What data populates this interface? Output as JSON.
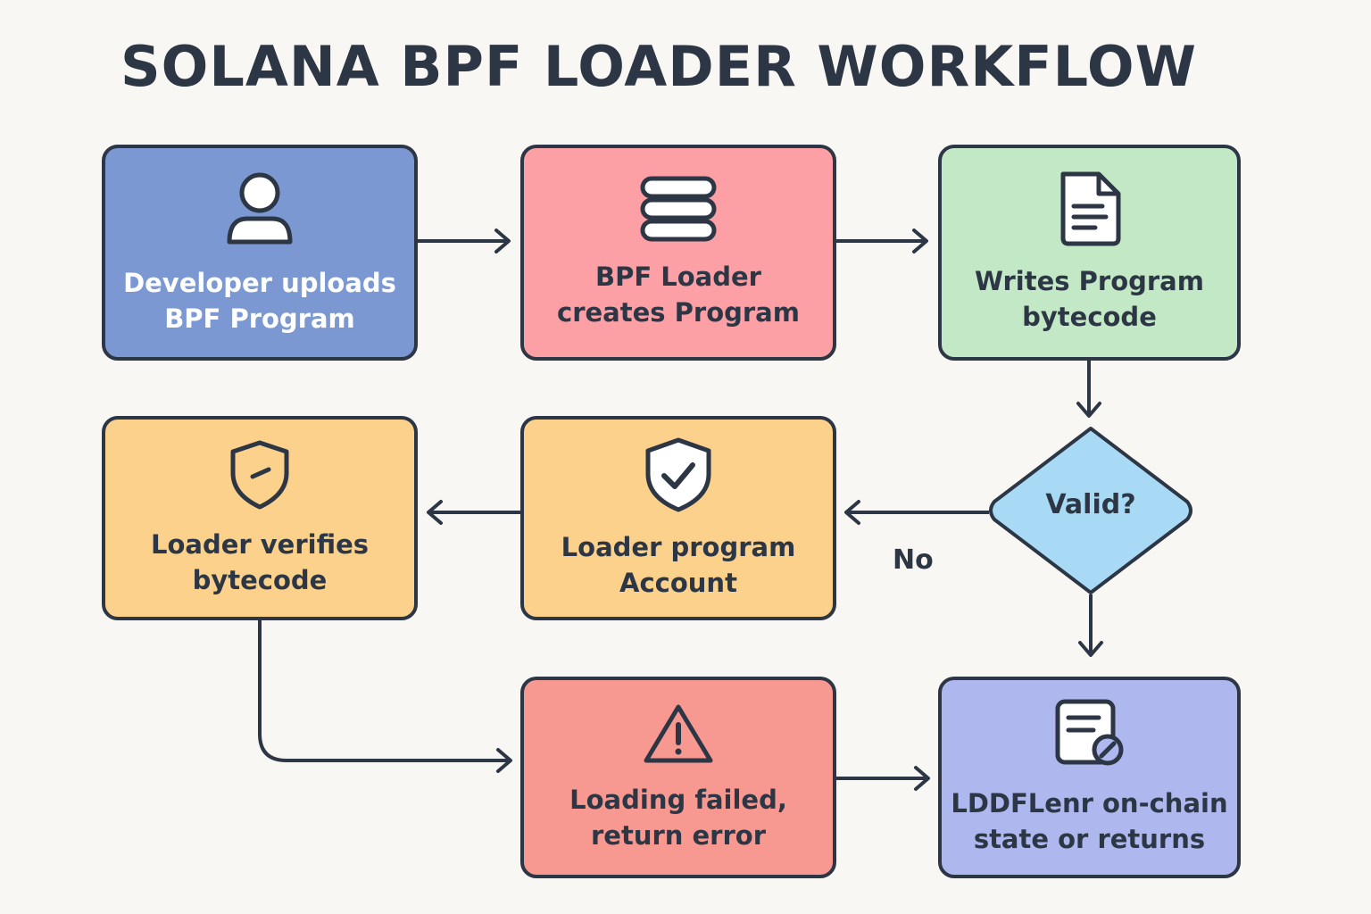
{
  "title": "SOLANA BPF LOADER WORKFLOW",
  "nodes": {
    "developer_upload": {
      "line1": "Developer uploads",
      "line2": "BPF Program",
      "icon": "user-icon",
      "color": "#7b98d2"
    },
    "loader_create": {
      "line1": "BPF Loader",
      "line2": "creates Program",
      "icon": "database-icon",
      "color": "#fca0a6"
    },
    "write_bytecode": {
      "line1": "Writes Program",
      "line2": "bytecode",
      "icon": "document-icon",
      "color": "#c3e8c6"
    },
    "valid_decision": {
      "label": "Valid?",
      "color": "#a9daf5"
    },
    "loader_verifies": {
      "line1": "Loader verifies",
      "line2": "bytecode",
      "icon": "shield-icon",
      "color": "#fbd18c"
    },
    "loader_account": {
      "line1": "Loader program",
      "line2": "Account",
      "icon": "shield-check-icon",
      "color": "#fbd18c"
    },
    "loading_failed": {
      "line1": "Loading failed,",
      "line2": "return error",
      "icon": "warning-icon",
      "color": "#f79990"
    },
    "onchain_state": {
      "line1": "LDDFLenr on-chain",
      "line2": "state or returns",
      "icon": "document-blocked-icon",
      "color": "#afb7ef"
    }
  },
  "edges": {
    "no_label": "No"
  },
  "colors": {
    "stroke": "#2c3644",
    "background": "#f9f7f3"
  }
}
